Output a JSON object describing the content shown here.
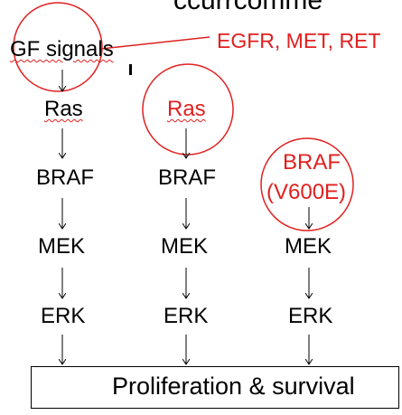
{
  "top_text_fragment": "ccurrcomme",
  "gf_signals": "GF signals",
  "receptors": "EGFR, MET, RET",
  "columns": [
    {
      "n1": "Ras",
      "n2": "BRAF",
      "n3": "MEK",
      "n4": "ERK"
    },
    {
      "n1": "Ras",
      "n2": "BRAF",
      "n3": "MEK",
      "n4": "ERK"
    },
    {
      "n2a": "BRAF",
      "n2b": "(V600E)",
      "n3": "MEK",
      "n4": "ERK"
    }
  ],
  "outcome": "Proliferation & survival",
  "colors": {
    "highlight": "#e02020",
    "ink": "#000000"
  }
}
